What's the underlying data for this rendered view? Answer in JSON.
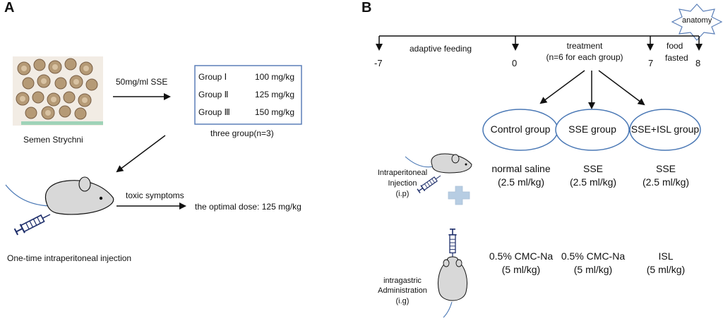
{
  "panel_a": {
    "label": "A",
    "seed_label": "Semen Strychni",
    "dose_arrow_label": "50mg/ml  SSE",
    "groups": [
      {
        "name": "Group Ⅰ",
        "dose": "100 mg/kg"
      },
      {
        "name": "Group Ⅱ",
        "dose": "125 mg/kg"
      },
      {
        "name": "Group Ⅲ",
        "dose": "150 mg/kg"
      }
    ],
    "groups_caption": "three group(n=3)",
    "toxic_label": "toxic symptoms",
    "optimal_dose": "the optimal dose: 125 mg/kg",
    "injection_caption": "One-time intraperitoneal injection"
  },
  "panel_b": {
    "label": "B",
    "anatomy": "anatomy",
    "timeline": {
      "ticks": [
        "-7",
        "0",
        "7",
        "8"
      ],
      "phase_adaptive": "adaptive feeding",
      "phase_treatment_line1": "treatment",
      "phase_treatment_line2": "(n=6 for each group)",
      "phase_food_line1": "food",
      "phase_food_line2": "fasted"
    },
    "groups": [
      "Control group",
      "SSE group",
      "SSE+ISL group"
    ],
    "ip_label_lines": [
      "Intraperitoneal",
      "Injection",
      "(i.p)"
    ],
    "ig_label_lines": [
      "intragastric",
      "Administration",
      "(i.g)"
    ],
    "ip_doses": [
      {
        "drug": "normal saline",
        "dose": "(2.5 ml/kg)"
      },
      {
        "drug": "SSE",
        "dose": "(2.5 ml/kg)"
      },
      {
        "drug": "SSE",
        "dose": "(2.5 ml/kg)"
      }
    ],
    "ig_doses": [
      {
        "drug": "0.5% CMC-Na",
        "dose": "(5 ml/kg)"
      },
      {
        "drug": "0.5% CMC-Na",
        "dose": "(5 ml/kg)"
      },
      {
        "drug": "ISL",
        "dose": "(5 ml/kg)"
      }
    ]
  },
  "colors": {
    "group_box_border": "#5b7fb8",
    "ellipse_border": "#4a78b5",
    "mouse_fill": "#d8d8d8",
    "plus_fill": "#b7cde3",
    "syringe": "#1f2f6b"
  }
}
